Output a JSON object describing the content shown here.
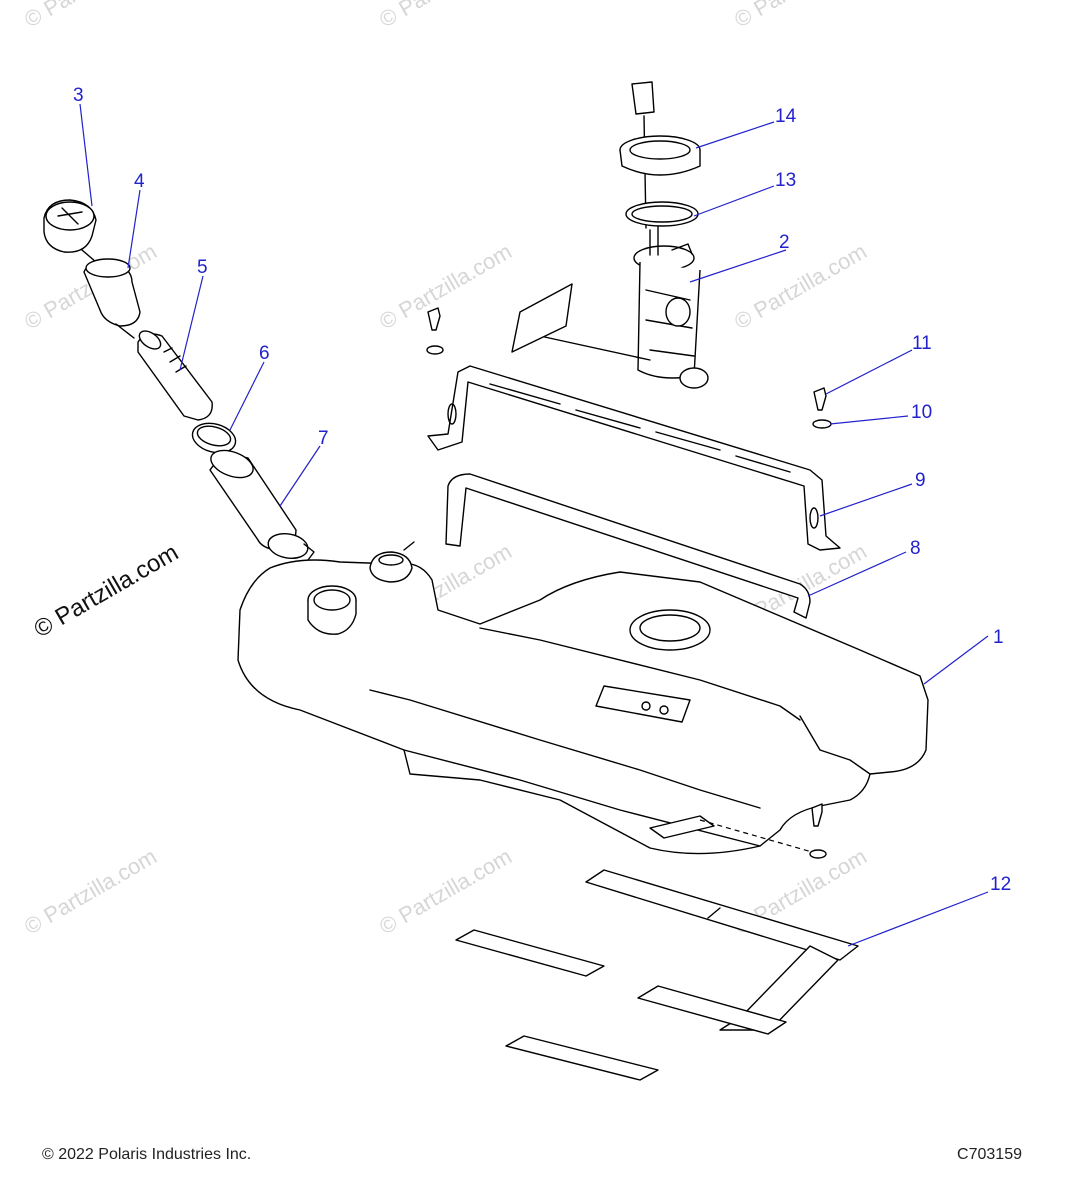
{
  "watermark": "© Partzilla.com",
  "callouts": [
    {
      "id": "callout-1",
      "label": "1"
    },
    {
      "id": "callout-2",
      "label": "2"
    },
    {
      "id": "callout-3",
      "label": "3"
    },
    {
      "id": "callout-4",
      "label": "4"
    },
    {
      "id": "callout-5",
      "label": "5"
    },
    {
      "id": "callout-6",
      "label": "6"
    },
    {
      "id": "callout-7",
      "label": "7"
    },
    {
      "id": "callout-8",
      "label": "8"
    },
    {
      "id": "callout-9",
      "label": "9"
    },
    {
      "id": "callout-10",
      "label": "10"
    },
    {
      "id": "callout-11",
      "label": "11"
    },
    {
      "id": "callout-12",
      "label": "12"
    },
    {
      "id": "callout-13",
      "label": "13"
    },
    {
      "id": "callout-14",
      "label": "14"
    }
  ],
  "footer": {
    "copyright": "© 2022 Polaris Industries Inc.",
    "diagram_code": "C703159"
  },
  "colors": {
    "callout": "#2222cc",
    "lines": "#000000",
    "watermark": "#d6d6d6"
  }
}
